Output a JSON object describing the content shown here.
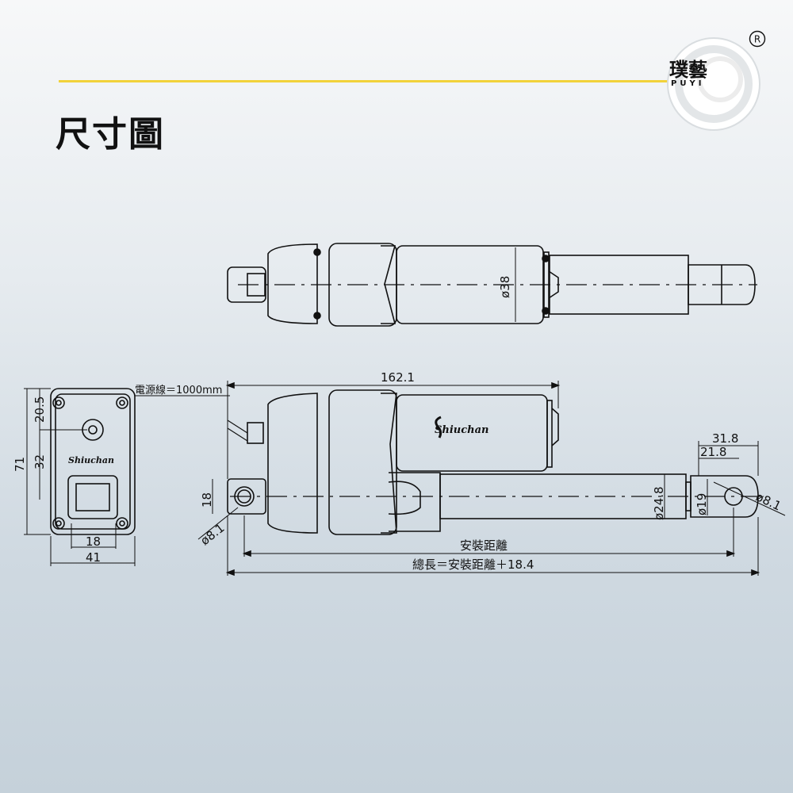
{
  "header": {
    "title": "尺寸圖",
    "logo_cn": "璞藝",
    "logo_en": "PUYI",
    "registered": "®"
  },
  "dimensions": {
    "diameter_38": "ø38",
    "length_162": "162.1",
    "cable": "電源線＝1000mm",
    "height_71": "71",
    "dim_20_5": "20.5",
    "dim_32": "32",
    "width_18": "18",
    "width_41": "41",
    "rod_31_8": "31.8",
    "rod_21_8": "21.8",
    "rod_diameter": "ø24.8",
    "eye_19": "ø19",
    "hole_front": "ø8.1",
    "hole_rear": "ø8.1",
    "rear_18": "18",
    "install_distance": "安裝距離",
    "total_length": "總長＝安裝距離＋18.4"
  },
  "brand_on_body": "Shiuchan",
  "colors": {
    "accent_line": "#f2d23a",
    "ink": "#111111"
  }
}
